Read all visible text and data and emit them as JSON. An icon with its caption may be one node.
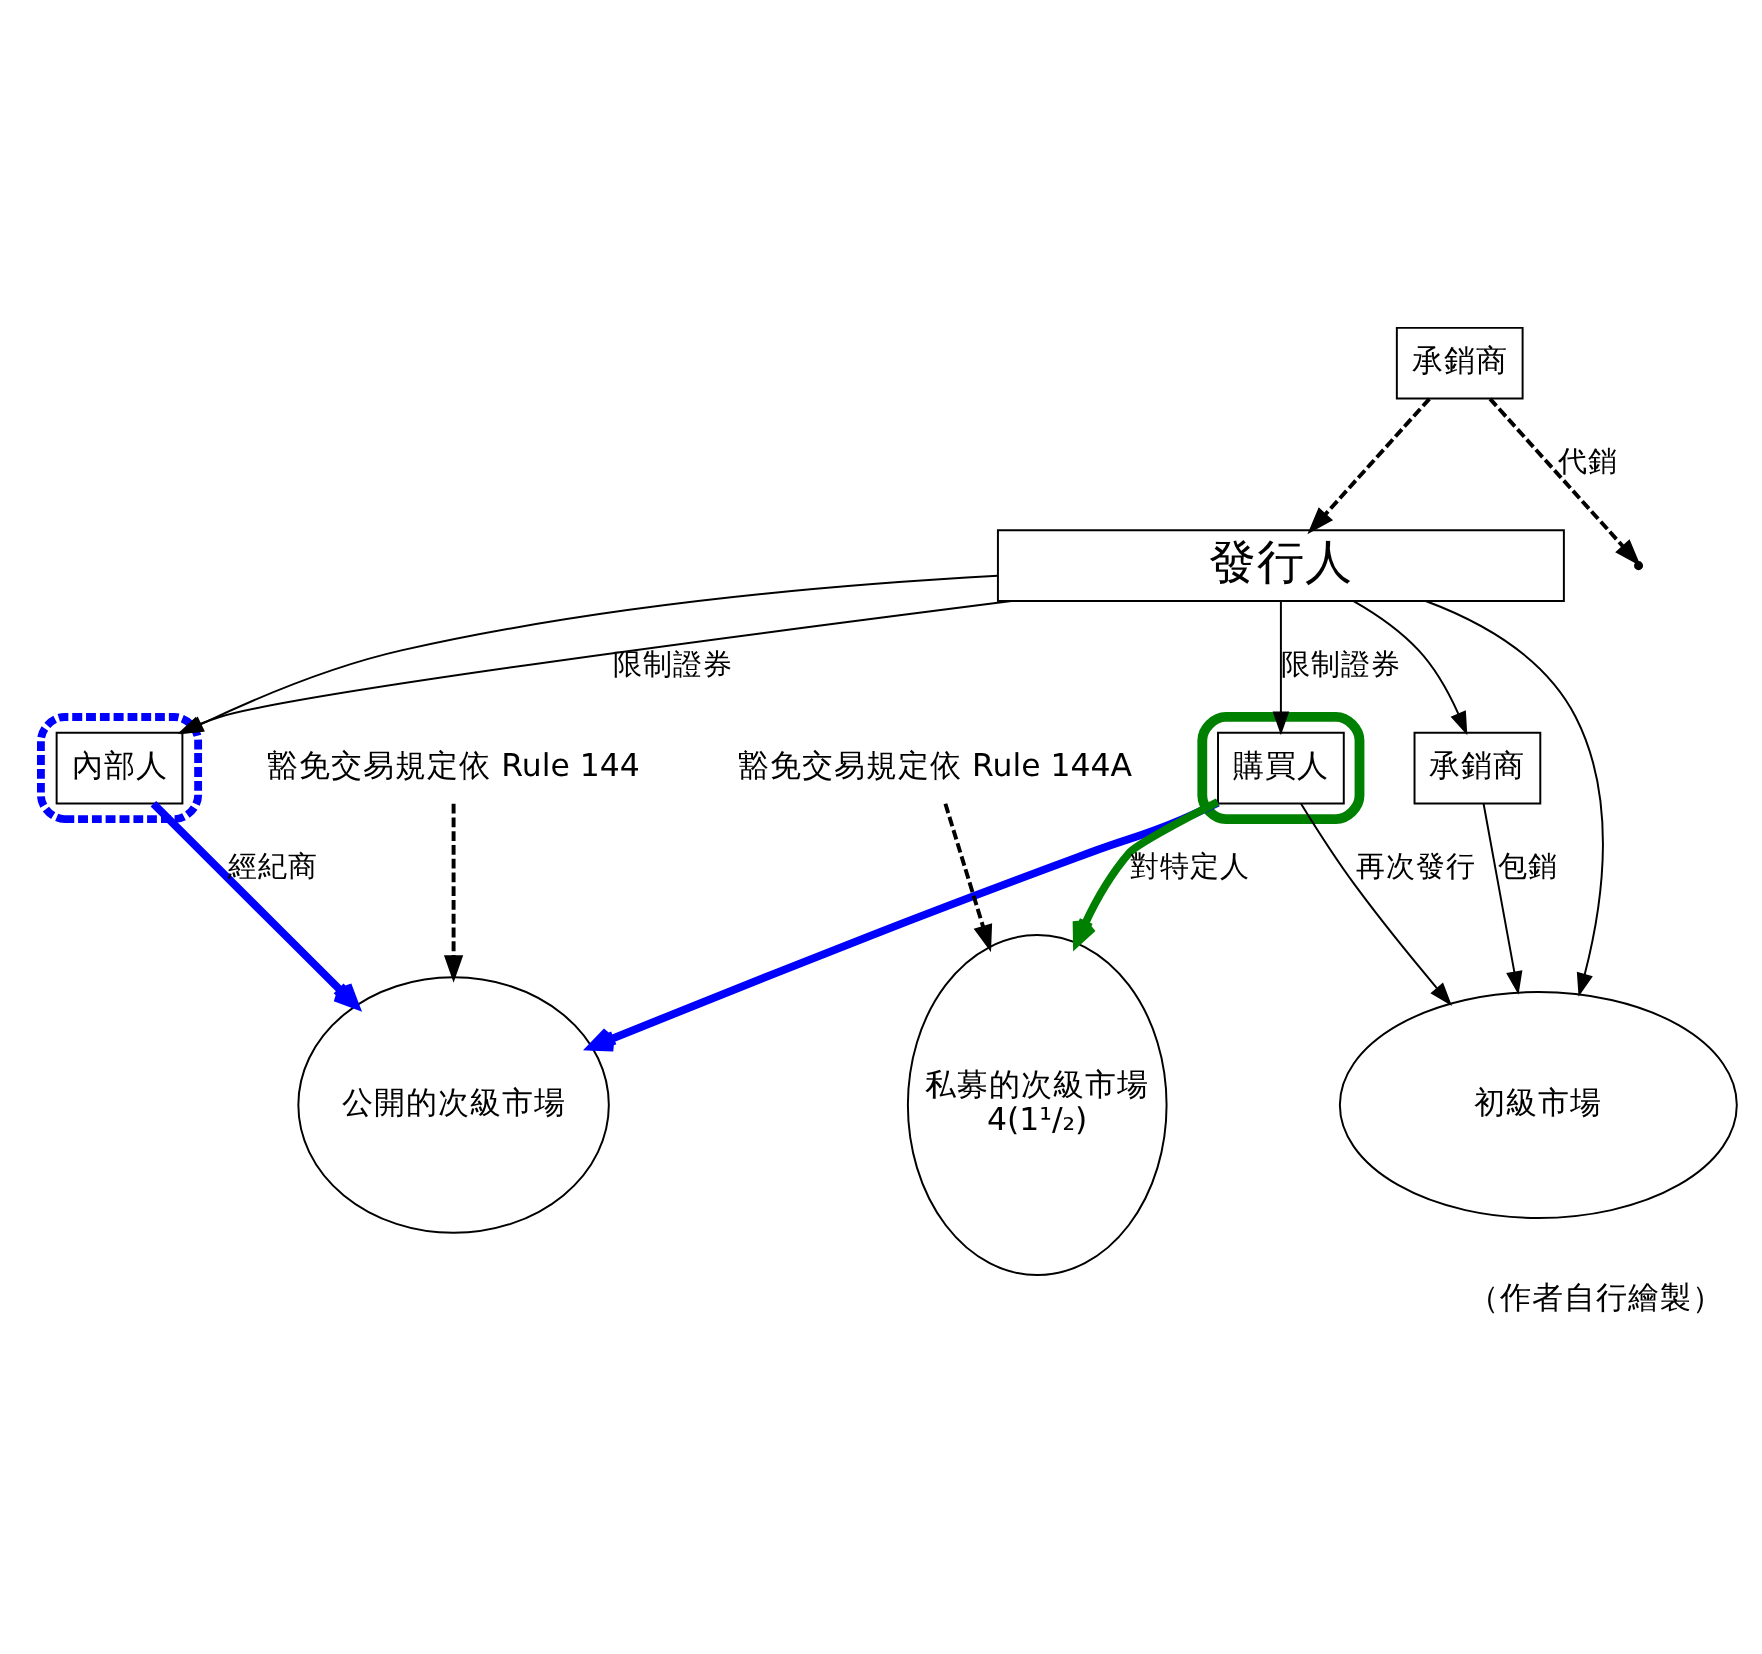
{
  "diagram": {
    "caption": "（作者自行繪製）",
    "nodes": [
      {
        "text": [
          "發行人"
        ]
      },
      {
        "text": [],
        "shape": "ellipse"
      },
      {
        "text": [
          "內部人"
        ],
        "in": 1
      },
      {
        "text": [],
        "shape": "ellipse"
      },
      {
        "text": [
          "購買人"
        ],
        "in": 3
      },
      {
        "text": [
          "承銷商"
        ]
      },
      {
        "text": [
          "承銷商"
        ]
      },
      {
        "text": [
          "公開的次級市場"
        ]
      },
      {
        "text": [
          "私募的次級市場",
          "4(1¹/₂)"
        ]
      },
      {
        "text": [
          "初級市場"
        ]
      },
      {
        "text": [
          "豁免交易規定依 Rule 144"
        ]
      },
      {
        "text": [
          "豁免交易規定依 Rule 144A"
        ]
      }
    ],
    "edges": [
      {
        "from": 0,
        "to": 2,
        "arrow": "to",
        "label": "限制證券"
      },
      {
        "from": 0,
        "to": 2,
        "arrow": "to"
      },
      {
        "from": 0,
        "to": 4,
        "arrow": "to",
        "label": "限制證券"
      },
      {
        "from": 5,
        "to": 0,
        "arrow": "to",
        "style": "dashed"
      },
      {
        "from": 5,
        "to": null,
        "arrow": "to",
        "style": "dashed",
        "label": "代銷"
      },
      {
        "from": 0,
        "to": 9,
        "arrow": "to"
      },
      {
        "from": 0,
        "to": 6,
        "arrow": "to"
      },
      {
        "from": 6,
        "to": 9,
        "arrow": "to",
        "label": "包銷"
      },
      {
        "from": 4,
        "to": 9,
        "arrow": "to",
        "label": "再次發行"
      },
      {
        "from": 2,
        "to": 7,
        "arrow": "to",
        "label": "經紀商",
        "style": "thick",
        "color": "#0000ff"
      },
      {
        "from": 4,
        "to": 7,
        "arrow": "to",
        "style": "thick",
        "color": "#0000ff"
      },
      {
        "from": 4,
        "to": 8,
        "arrow": "to",
        "label": "對特定人",
        "style": "thick",
        "color": "#008000"
      },
      {
        "from": 10,
        "to": 7,
        "arrow": "to",
        "style": "dashed"
      },
      {
        "from": 11,
        "to": 8,
        "arrow": "to",
        "style": "dashed"
      }
    ]
  }
}
